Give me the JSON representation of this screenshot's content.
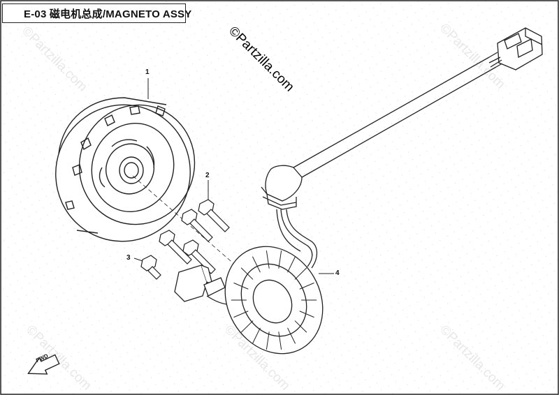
{
  "header": {
    "title": "E-03 磁电机总成/MAGNETO ASSY"
  },
  "watermark": {
    "text": "©Partzilla.com"
  },
  "callouts": {
    "flywheel": "1",
    "bolt_upper": "2",
    "bolt_lower": "3",
    "stator": "4"
  },
  "direction_badge": {
    "label": "FWD"
  },
  "colors": {
    "line": "#222222",
    "grid_dot": "#d8d8d8",
    "border": "#222222"
  }
}
